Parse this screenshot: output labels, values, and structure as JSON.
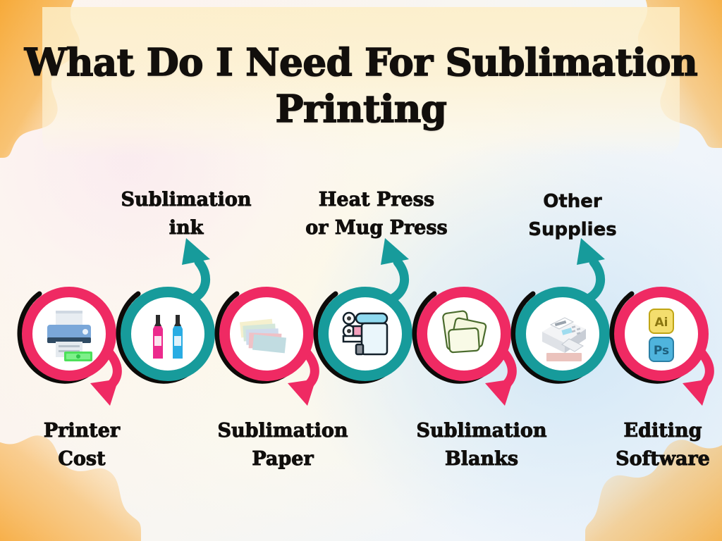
{
  "title": "What Do I Need For Sublimation Printing",
  "theme": {
    "pink": "#ef2a63",
    "teal": "#179b9b",
    "outline": "#0d0b09",
    "splash_orange": "#f5a02a",
    "text": "#100e0c"
  },
  "nodes": [
    {
      "id": "printer-cost",
      "icon": "printer-with-money-icon",
      "ring_color": "pink",
      "label": "Printer\nCost",
      "label_position": "below",
      "label_font": "serif"
    },
    {
      "id": "sublimation-ink",
      "icon": "ink-bottles-icon",
      "ring_color": "teal",
      "label": "Sublimation\nink",
      "label_position": "above",
      "label_font": "serif"
    },
    {
      "id": "sublimation-paper",
      "icon": "paper-sheets-icon",
      "ring_color": "pink",
      "label": "Sublimation\nPaper",
      "label_position": "below",
      "label_font": "serif"
    },
    {
      "id": "heat-press",
      "icon": "heat-press-roller-icon",
      "ring_color": "teal",
      "label": "Heat Press\nor Mug Press",
      "label_position": "above",
      "label_font": "serif"
    },
    {
      "id": "sublimation-blanks",
      "icon": "blank-cards-icon",
      "ring_color": "pink",
      "label": "Sublimation\nBlanks",
      "label_position": "below",
      "label_font": "serif"
    },
    {
      "id": "other-supplies",
      "icon": "supplies-printer-icon",
      "ring_color": "teal",
      "label": "Other\nSupplies",
      "label_position": "above",
      "label_font": "sans"
    },
    {
      "id": "editing-software",
      "icon": "design-software-icon",
      "ring_color": "pink",
      "label": "Editing\nSoftware",
      "label_position": "below",
      "label_font": "serif"
    }
  ],
  "software_badges": [
    {
      "name": "adobe-illustrator-badge",
      "text": "Ai",
      "fill": "#f4de6e",
      "stroke": "#c0a515",
      "text_color": "#8a7510"
    },
    {
      "name": "adobe-photoshop-badge",
      "text": "Ps",
      "fill": "#4fb4dd",
      "stroke": "#2b7fa5",
      "text_color": "#1d5f7d"
    }
  ]
}
